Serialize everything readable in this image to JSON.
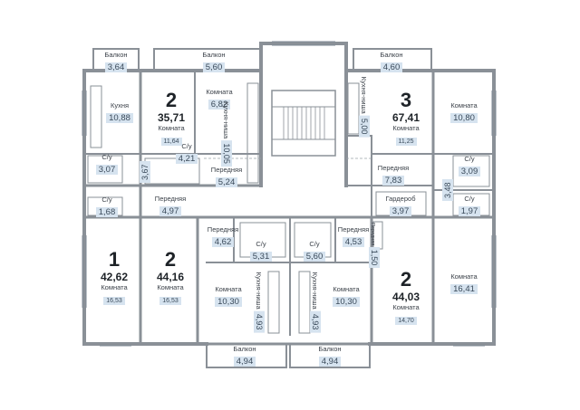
{
  "apartments": [
    {
      "id": "apt1",
      "rooms": "1",
      "total": "42,62",
      "room_label": "Комната",
      "room_area": "16,53"
    },
    {
      "id": "apt2a",
      "rooms": "2",
      "total": "35,71",
      "room_label": "Комната",
      "room_area": "11,64"
    },
    {
      "id": "apt2b",
      "rooms": "2",
      "total": "44,16",
      "room_label": "Комната",
      "room_area": "16,53"
    },
    {
      "id": "apt3",
      "rooms": "3",
      "total": "67,41",
      "room_label": "Комната",
      "room_area": "11,25"
    },
    {
      "id": "apt2c",
      "rooms": "2",
      "total": "44,03",
      "room_label": "Комната",
      "room_area": "14,70"
    }
  ],
  "rooms": [
    {
      "id": "balcony-1",
      "name": "Балкон",
      "area": "3,64"
    },
    {
      "id": "balcony-2",
      "name": "Балкон",
      "area": "5,60"
    },
    {
      "id": "balcony-3",
      "name": "Балкон",
      "area": "4,60"
    },
    {
      "id": "kitchen-1",
      "name": "Кухня",
      "area": "10,88"
    },
    {
      "id": "room-682",
      "name": "Комната",
      "area": "6,82"
    },
    {
      "id": "room-1080",
      "name": "Комната",
      "area": "10,80"
    },
    {
      "id": "bath-307",
      "name": "С/у",
      "area": "3,07"
    },
    {
      "id": "bath-421",
      "name": "С/у",
      "area": "4,21"
    },
    {
      "id": "bath-309",
      "name": "С/у",
      "area": "3,09"
    },
    {
      "id": "hall-524",
      "name": "Передняя",
      "area": "5,24"
    },
    {
      "id": "hall-783",
      "name": "Передняя",
      "area": "7,83"
    },
    {
      "id": "bath-168",
      "name": "С/у",
      "area": "1,68"
    },
    {
      "id": "hall-497",
      "name": "Передняя",
      "area": "4,97"
    },
    {
      "id": "wardrobe",
      "name": "Гардероб",
      "area": "3,97"
    },
    {
      "id": "bath-197",
      "name": "С/у",
      "area": "1,97"
    },
    {
      "id": "hall-462",
      "name": "Передняя",
      "area": "4,62"
    },
    {
      "id": "bath-531",
      "name": "С/у",
      "area": "5,31"
    },
    {
      "id": "bath-560",
      "name": "С/у",
      "area": "5,60"
    },
    {
      "id": "hall-453",
      "name": "Передняя",
      "area": "4,53"
    },
    {
      "id": "room-1030a",
      "name": "Комната",
      "area": "10,30"
    },
    {
      "id": "room-1030b",
      "name": "Комната",
      "area": "10,30"
    },
    {
      "id": "room-1641",
      "name": "Комната",
      "area": "16,41"
    },
    {
      "id": "balcony-4",
      "name": "Балкон",
      "area": "4,94"
    },
    {
      "id": "balcony-5",
      "name": "Балкон",
      "area": "4,94"
    }
  ],
  "vertical_rooms": [
    {
      "id": "kn-1005",
      "name": "Кухня-ниша",
      "area": "10,05"
    },
    {
      "id": "kn-500",
      "name": "Кухня-ниша",
      "area": "5,00"
    },
    {
      "id": "kn-493a",
      "name": "Кухня-ниша",
      "area": "4,93"
    },
    {
      "id": "kn-493b",
      "name": "Кухня-ниша",
      "area": "4,93"
    }
  ],
  "loose_areas": [
    {
      "id": "v-367",
      "area": "3,67"
    },
    {
      "id": "v-348",
      "area": "3,48"
    }
  ],
  "small_boxes": [
    {
      "id": "hall-150",
      "name": "Передняя",
      "area": "1,50"
    }
  ],
  "colors": {
    "wall": "#8a9097",
    "thin_line": "#9aa1a8",
    "area_bg": "#d6e3ef",
    "window": "#7f8a94"
  }
}
